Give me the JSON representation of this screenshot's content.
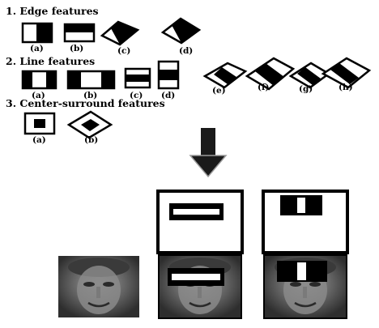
{
  "sections": [
    {
      "heading": "1. Edge features",
      "items": [
        {
          "label": "(a)",
          "pattern": "edge-vertical"
        },
        {
          "label": "(b)",
          "pattern": "edge-horizontal"
        },
        {
          "label": "(c)",
          "pattern": "edge-rotated"
        },
        {
          "label": "(d)",
          "pattern": "edge-rotated"
        }
      ]
    },
    {
      "heading": "2. Line features",
      "items": [
        {
          "label": "(a)",
          "pattern": "line-vertical"
        },
        {
          "label": "(b)",
          "pattern": "line-vertical-wide"
        },
        {
          "label": "(c)",
          "pattern": "line-horizontal"
        },
        {
          "label": "(d)",
          "pattern": "line-horizontal-tall"
        },
        {
          "label": "(e)",
          "pattern": "line-rotated"
        },
        {
          "label": "(f)",
          "pattern": "line-rotated-wide"
        },
        {
          "label": "(g)",
          "pattern": "line-rotated"
        },
        {
          "label": "(h)",
          "pattern": "line-rotated-wide"
        }
      ]
    },
    {
      "heading": "3. Center-surround features",
      "items": [
        {
          "label": "(a)",
          "pattern": "center-square"
        },
        {
          "label": "(b)",
          "pattern": "center-diamond"
        }
      ]
    }
  ],
  "arrow": {
    "direction": "down",
    "color": "#1a1a1a"
  },
  "example_grid": {
    "top_row": [
      "empty",
      "horizontal-line-feature",
      "vertical-line-feature"
    ],
    "bottom_row": [
      "face-photo",
      "face-with-horizontal-feature",
      "face-with-vertical-feature"
    ]
  },
  "colors": {
    "ink": "#000000",
    "paper": "#ffffff"
  }
}
